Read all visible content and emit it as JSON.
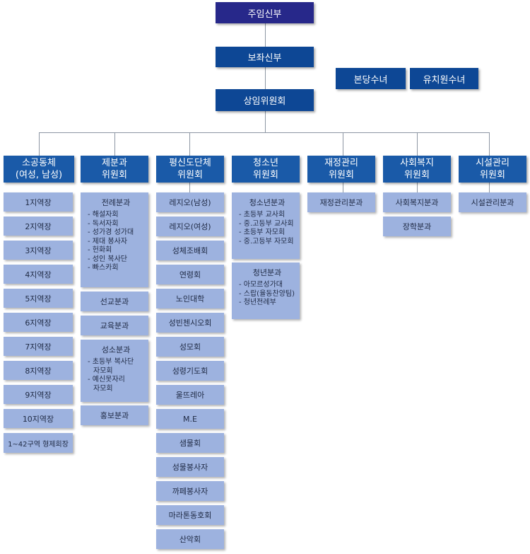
{
  "top": {
    "pastor": "주임신부",
    "assistant": "보좌신부",
    "standing_committee": "상임위원회"
  },
  "side": {
    "convent": "본당수녀",
    "kindergarten_nun": "유치원수녀"
  },
  "committees": [
    {
      "l1": "소공동체",
      "l2": "(여성, 남성)"
    },
    {
      "l1": "제분과",
      "l2": "위원회"
    },
    {
      "l1": "평신도단체",
      "l2": "위원회"
    },
    {
      "l1": "청소년",
      "l2": "위원회"
    },
    {
      "l1": "재정관리",
      "l2": "위원회"
    },
    {
      "l1": "사회복지",
      "l2": "위원회"
    },
    {
      "l1": "시설관리",
      "l2": "위원회"
    }
  ],
  "col1": [
    "1지역장",
    "2지역장",
    "3지역장",
    "4지역장",
    "5지역장",
    "6지역장",
    "7지역장",
    "8지역장",
    "9지역장",
    "10지역장",
    "1~42구역 형제회장"
  ],
  "col2": {
    "liturgy": {
      "title": "전례분과",
      "items": [
        "- 해설자회",
        "- 독서자회",
        "- 성가경 성가대",
        "- 제대 봉사자",
        "- 헌화회",
        "- 성인 복사단",
        "- 빠스카회"
      ]
    },
    "mission": "선교분과",
    "education": "교육분과",
    "sacrament": {
      "title": "성소분과",
      "items": [
        "- 초등부 복사단",
        "자모회",
        "- 예신못자리",
        "자모회"
      ]
    },
    "publicity": "홍보분과"
  },
  "col3": [
    "레지오(남성)",
    "레지오(여성)",
    "성체조배회",
    "연령회",
    "노인대학",
    "성빈첸시오회",
    "성모회",
    "성령기도회",
    "울뜨레아",
    "M.E",
    "샘물회",
    "성물봉사자",
    "까페봉사자",
    "마라톤동호회",
    "산악회"
  ],
  "col4": {
    "youth": {
      "title": "청소년분과",
      "items": [
        "- 초등부 교사회",
        "- 중.고등부 교사회",
        "- 초등부 자모회",
        "- 중.고등부 자모회"
      ]
    },
    "young_adult": {
      "title": "청년분과",
      "items": [
        "- 아모르성가대",
        "- 스랍(율동찬양팀)",
        "- 청년전례부"
      ]
    }
  },
  "col5": [
    "재정관리분과"
  ],
  "col6": [
    "사회복지분과",
    "장학분과"
  ],
  "col7": [
    "시설관리분과"
  ]
}
